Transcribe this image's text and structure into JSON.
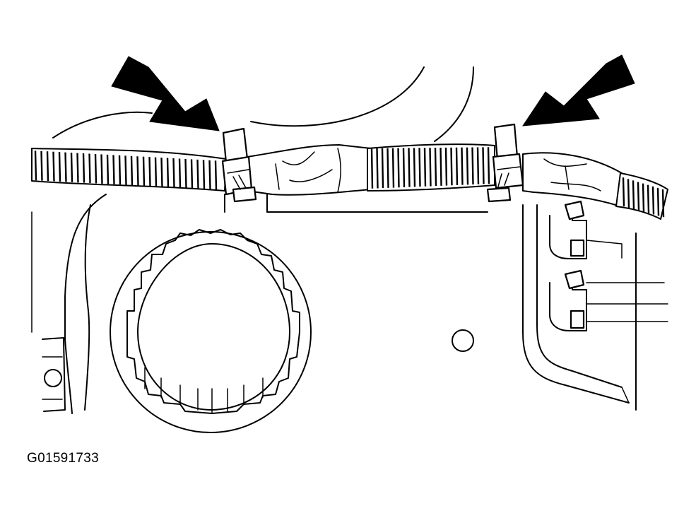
{
  "figure": {
    "id_label": "G01591733"
  },
  "callouts": [
    {
      "name": "left-harness-clip",
      "icon": "arrow-icon"
    },
    {
      "name": "right-harness-clip",
      "icon": "arrow-icon"
    }
  ],
  "colors": {
    "ink": "#000000",
    "paper": "#ffffff"
  }
}
